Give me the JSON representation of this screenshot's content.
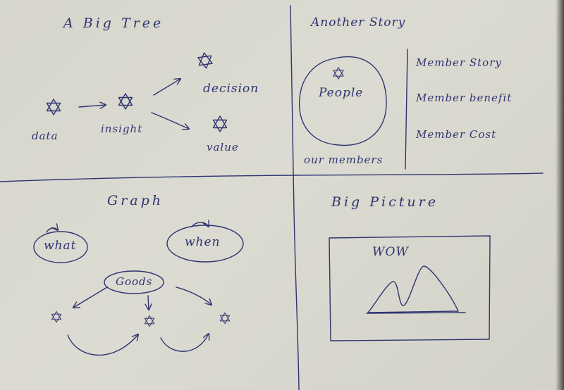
{
  "quadrants": {
    "top_left": {
      "title": "A  Big  Tree",
      "nodes": {
        "data": "data",
        "insight": "insight",
        "decision": "decision",
        "value": "value"
      }
    },
    "top_right": {
      "title": "Another  Story",
      "circle_label": "People",
      "circle_caption": "our members",
      "list": [
        "Member  Story",
        "Member  benefit",
        "Member  Cost"
      ]
    },
    "bottom_left": {
      "title": "Graph",
      "bubbles": {
        "what": "what",
        "when": "when",
        "goods": "Goods"
      }
    },
    "bottom_right": {
      "title": "Big  Picture",
      "frame_label": "WOW"
    }
  },
  "colors": {
    "paper": "#d9d8ce",
    "ink": "#2f3470",
    "table": "#3b3a33"
  },
  "icons": [
    "star-of-david-icon",
    "arrow-icon",
    "mountain-sketch"
  ]
}
